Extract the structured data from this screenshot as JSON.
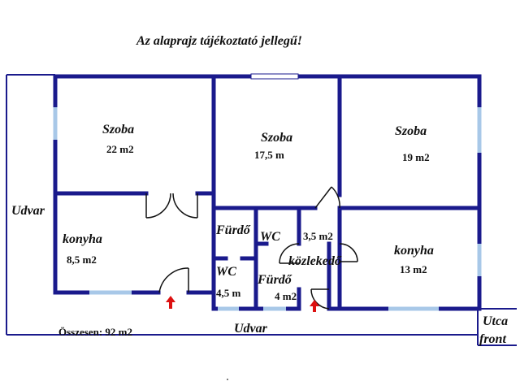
{
  "title": "Az alaprajz tájékoztató jellegű!",
  "colors": {
    "wall": "#1a1a8c",
    "window": "#a8c8e8",
    "door_arc": "#111111",
    "arrow": "#dd1111",
    "text": "#101010"
  },
  "rooms": {
    "szoba1_name": "Szoba",
    "szoba1_area": "22 m2",
    "szoba2_name": "Szoba",
    "szoba2_area": "17,5 m",
    "szoba3_name": "Szoba",
    "szoba3_area": "19 m2",
    "konyha1_name": "konyha",
    "konyha1_area": "8,5 m2",
    "furdo1_name": "Fürdő",
    "wc1_name": "WC",
    "wc1_area": "4,5 m",
    "wc2_name": "WC",
    "furdo2_name": "Fürdő",
    "furdo2_area": "4 m2",
    "kozlekedo_area": "3,5 m2",
    "kozlekedo_name": "közlekedő",
    "konyha2_name": "konyha",
    "konyha2_area": "13 m2"
  },
  "outside": {
    "udvar_left": "Udvar",
    "udvar_bottom": "Udvar",
    "utca": "Utca",
    "front": "front"
  },
  "total": "Összesen: 92 m2"
}
